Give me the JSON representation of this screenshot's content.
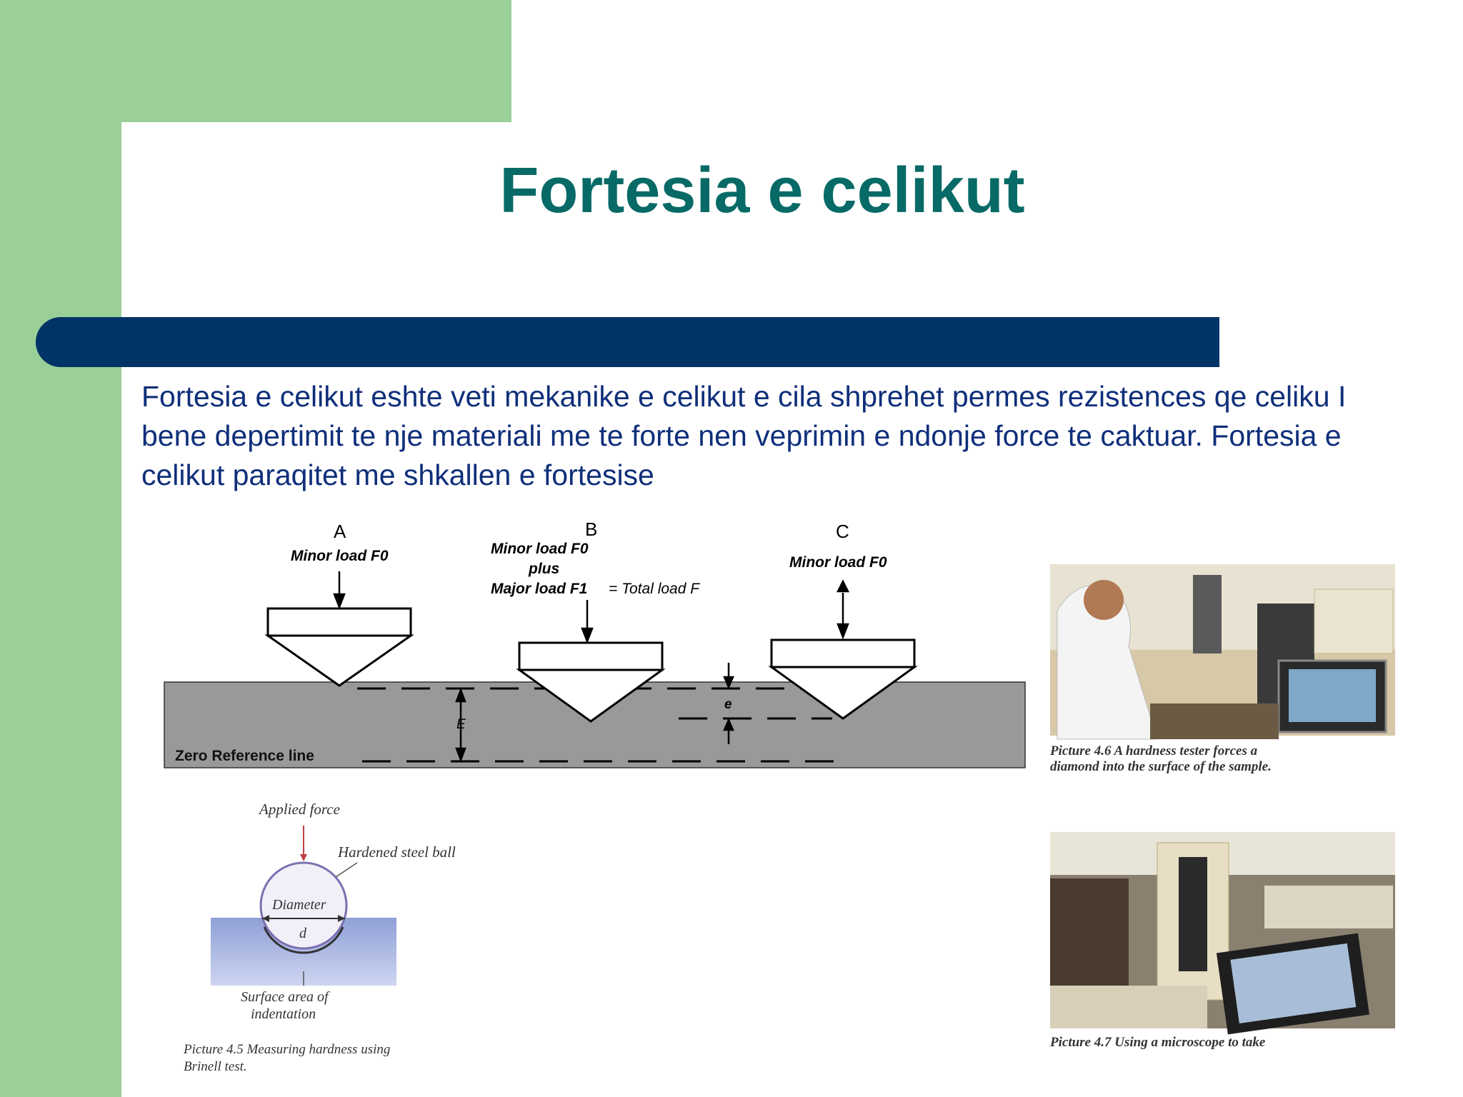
{
  "slide": {
    "title": "Fortesia e celikut",
    "body": "Fortesia e celikut eshte veti mekanike e celikut e cila shprehet permes rezistences qe celiku I bene depertimit te nje materiali me te forte nen veprimin e ndonje force te caktuar. Fortesia e celikut paraqitet me shkallen e fortesise"
  },
  "rockwell_diagram": {
    "label_a": "A",
    "label_b": "B",
    "label_c": "C",
    "a_load": "Minor load F0",
    "b_load_1": "Minor load F0",
    "b_load_2": "plus",
    "b_load_3": "Major load F1",
    "b_total": "= Total load F",
    "c_load": "Minor load F0",
    "depth_e": "e",
    "depth_E": "E",
    "zero_line": "Zero Reference line"
  },
  "brinell_diagram": {
    "applied_force": "Applied force",
    "ball": "Hardened steel ball",
    "diameter": "Diameter",
    "d": "d",
    "surface_1": "Surface area of",
    "surface_2": "indentation",
    "caption_1": "Picture 4.5 Measuring hardness using",
    "caption_2": "Brinell test."
  },
  "photo_top": {
    "caption_1": "Picture 4.6 A hardness tester forces a",
    "caption_2": "diamond into the surface of the sample."
  },
  "photo_bottom": {
    "caption_1": "Picture 4.7 Using a microscope to take"
  },
  "colors": {
    "green": "#9bcf98",
    "title": "#076a66",
    "bar": "#003366",
    "text": "#0f2f7a",
    "specimen": "#999999"
  }
}
